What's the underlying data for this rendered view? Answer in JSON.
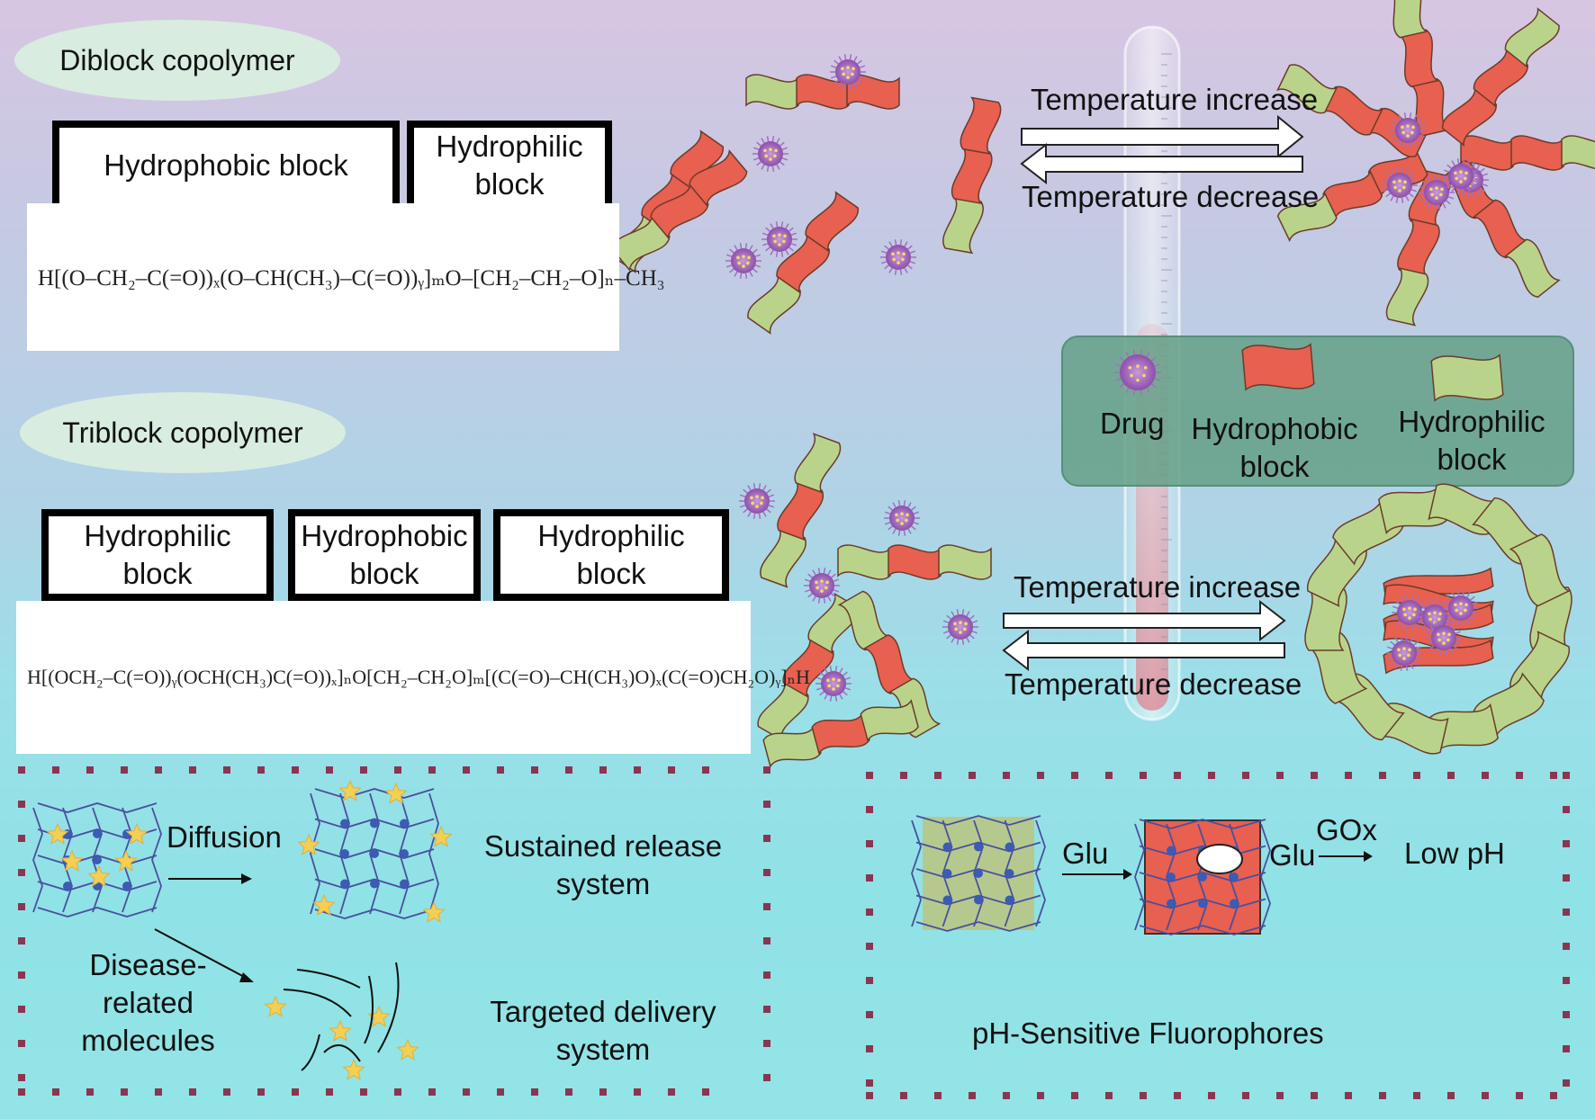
{
  "diblock": {
    "title": "Diblock copolymer",
    "blocks": [
      "Hydrophobic block",
      "Hydrophilic block"
    ],
    "formula": "H[(O–CH₂–C(=O))ₓ(O–CH(CH₃)–C(=O))ᵧ]ₘO–[CH₂–CH₂–O]ₙ–CH₃",
    "temp_up": "Temperature increase",
    "temp_down": "Temperature decrease"
  },
  "triblock": {
    "title": "Triblock copolymer",
    "blocks": [
      "Hydrophilic block",
      "Hydrophobic block",
      "Hydrophilic block"
    ],
    "formula": "H[(OCH₂–C(=O))ᵧ(OCH(CH₃)C(=O))ₓ]ₙO[CH₂–CH₂O]ₘ[(C(=O)–CH(CH₃)O)ₓ(C(=O)CH₂O)ᵧ]ₙH",
    "temp_up": "Temperature increase",
    "temp_down": "Temperature decrease"
  },
  "legend": {
    "drug": "Drug",
    "hydrophobic": "Hydrophobic block",
    "hydrophilic": "Hydrophilic block"
  },
  "release": {
    "diffusion": "Diffusion",
    "disease": "Disease-related molecules",
    "sustained": "Sustained release system",
    "targeted": "Targeted delivery system"
  },
  "ph": {
    "glu1": "Glu",
    "glu2": "Glu",
    "gox": "GOx",
    "low_ph": "Low pH",
    "caption": "pH-Sensitive Fluorophores"
  },
  "colors": {
    "hydrophobic": "#e8604f",
    "hydrophilic": "#b9d48a",
    "drug": "#9b63b5",
    "star": "#f3cf55",
    "dots": "#8a3552",
    "network": "#4a4f9c"
  }
}
